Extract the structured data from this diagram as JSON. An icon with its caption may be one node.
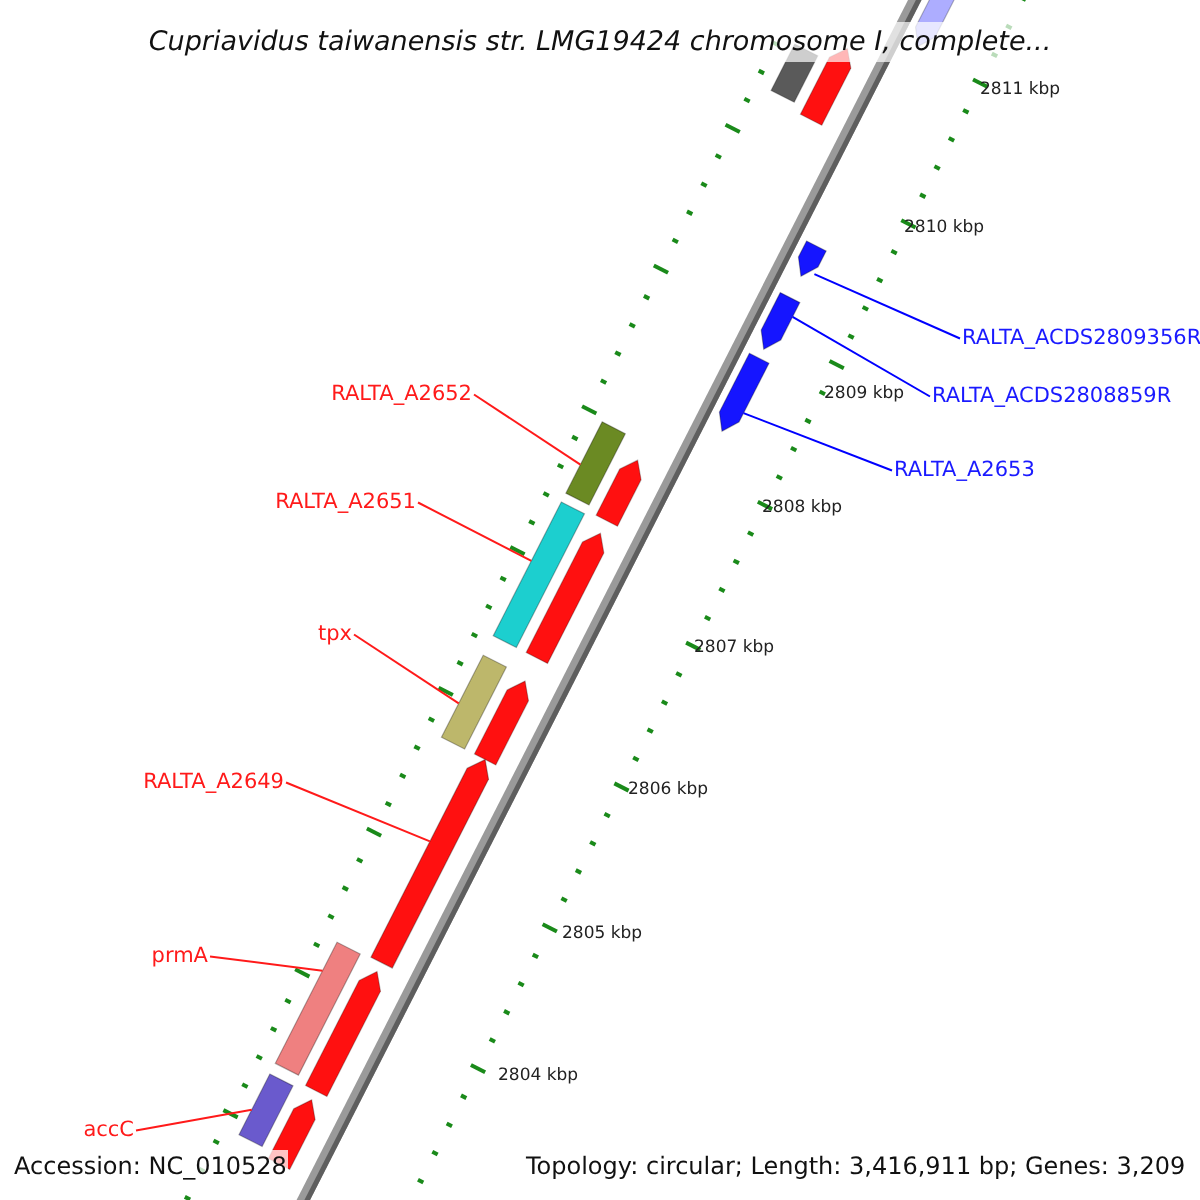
{
  "diagram": {
    "title": "Cupriavidus taiwanensis str. LMG19424 chromosome I, complete...",
    "nodes": [
      {
        "text": [
          "RALTA_ACDS2809356R"
        ]
      },
      {
        "text": [],
        "shape": "arrow"
      },
      {
        "text": [
          "RALTA_ACDS2808859R"
        ]
      },
      {
        "text": [],
        "shape": "arrow"
      },
      {
        "text": [
          "RALTA_A2652"
        ]
      },
      {
        "text": [],
        "shape": "bar"
      },
      {
        "text": [
          "RALTA_A2653"
        ]
      },
      {
        "text": [],
        "shape": "arrow"
      },
      {
        "text": [
          "RALTA_A2651"
        ]
      },
      {
        "text": [],
        "shape": "bar"
      },
      {
        "text": [
          "tpx"
        ]
      },
      {
        "text": [],
        "shape": "bar"
      },
      {
        "text": [
          "RALTA_A2649"
        ]
      },
      {
        "text": [],
        "shape": "arrow"
      },
      {
        "text": [
          "prmA"
        ]
      },
      {
        "text": [],
        "shape": "bar"
      },
      {
        "text": [
          "accC"
        ]
      },
      {
        "text": [],
        "shape": "bar"
      }
    ],
    "edges": [
      {
        "from": 0,
        "to": 1,
        "arrow": "none",
        "color": "#0000ff"
      },
      {
        "from": 2,
        "to": 3,
        "arrow": "none",
        "color": "#0000ff"
      },
      {
        "from": 4,
        "to": 5,
        "arrow": "none"
      },
      {
        "from": 6,
        "to": 7,
        "arrow": "none",
        "color": "#0000ff"
      },
      {
        "from": 8,
        "to": 9,
        "arrow": "none"
      },
      {
        "from": 10,
        "to": 11,
        "arrow": "none"
      },
      {
        "from": 12,
        "to": 13,
        "arrow": "none"
      },
      {
        "from": 14,
        "to": 15,
        "arrow": "none"
      },
      {
        "from": 16,
        "to": 17,
        "arrow": "none"
      }
    ],
    "labels": [
      "2811 kbp",
      "2810 kbp",
      "2809 kbp",
      "2808 kbp",
      "2807 kbp",
      "2806 kbp",
      "2805 kbp",
      "2804 kbp",
      "Accession: NC_010528",
      "Topology: circular; Length: 3,416,911 bp; Genes: 3,209"
    ]
  }
}
